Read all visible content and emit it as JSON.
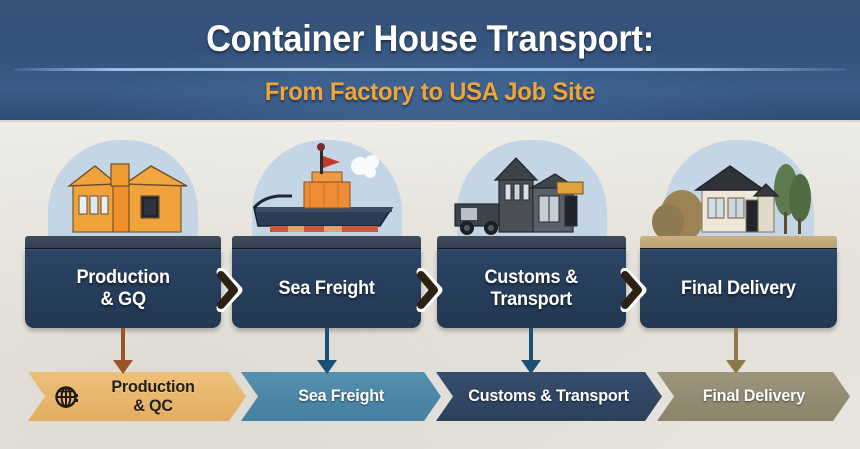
{
  "header": {
    "title": "Container House Transport:",
    "subtitle": "From Factory to USA Job Site",
    "bg_color": "#34537c",
    "title_color": "#ffffff",
    "subtitle_color": "#eda53c"
  },
  "stages": [
    {
      "label_line1": "Production",
      "label_line2": "& GQ",
      "icon": "orange-house-factory-icon",
      "panel_color": "#28405e",
      "deck_color": "#3a4654"
    },
    {
      "label_line1": "Sea Freight",
      "label_line2": "",
      "icon": "cargo-ship-icon",
      "panel_color": "#28405e",
      "deck_color": "#3a4654"
    },
    {
      "label_line1": "Customs &",
      "label_line2": "Transport",
      "icon": "truck-and-modular-house-icon",
      "panel_color": "#28405e",
      "deck_color": "#3a4654"
    },
    {
      "label_line1": "Final Delivery",
      "label_line2": "",
      "icon": "finished-house-with-trees-icon",
      "panel_color": "#28405e",
      "deck_color": "#bda274"
    }
  ],
  "separators": [
    {
      "icon": "chevron-right-icon"
    },
    {
      "icon": "chevron-right-icon"
    },
    {
      "icon": "chevron-right-icon"
    }
  ],
  "connectors": [
    {
      "icon": "arrow-down-icon",
      "color": "#9c5327"
    },
    {
      "icon": "arrow-down-icon",
      "color": "#1d4f72"
    },
    {
      "icon": "arrow-down-icon",
      "color": "#1d4f72"
    },
    {
      "icon": "arrow-down-icon",
      "color": "#8b7a47"
    }
  ],
  "process_banner": [
    {
      "label_line1": "Production",
      "label_line2": "& QC",
      "color": "#e7b367",
      "text_style": "dark",
      "icon": "globe-icon"
    },
    {
      "label_line1": "Sea Freight",
      "label_line2": "",
      "color": "#4b87a8",
      "text_style": "light",
      "icon": ""
    },
    {
      "label_line1": "Customs & Transport",
      "label_line2": "",
      "color": "#2f4464",
      "text_style": "light",
      "icon": ""
    },
    {
      "label_line1": "Final Delivery",
      "label_line2": "",
      "color": "#938a72",
      "text_style": "light",
      "icon": ""
    }
  ]
}
